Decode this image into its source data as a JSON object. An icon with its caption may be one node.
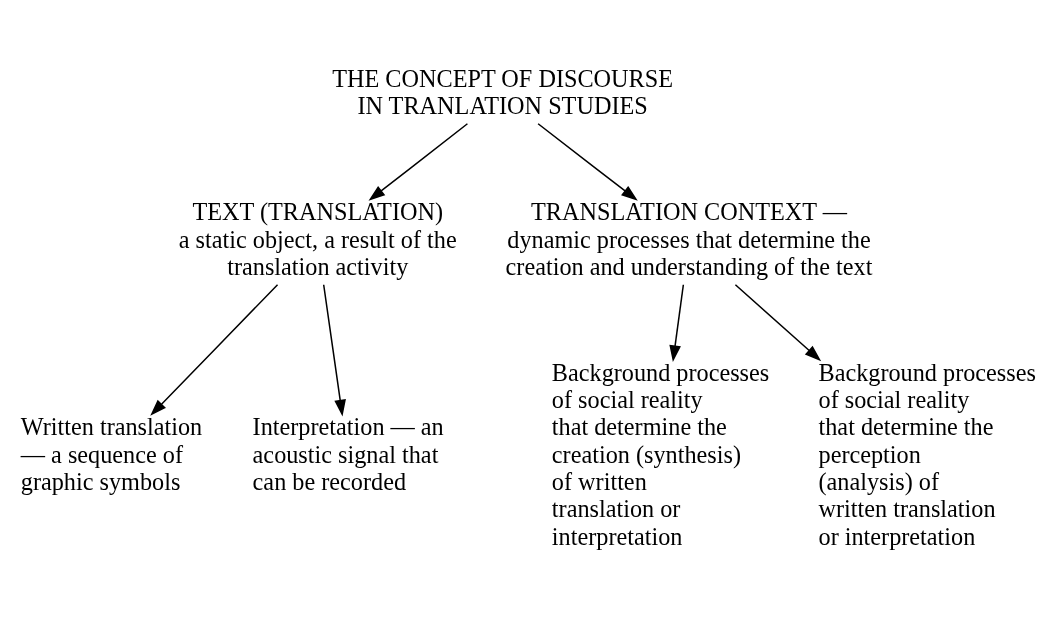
{
  "diagram": {
    "nodes": [
      {
        "text": [
          "THE CONCEPT OF DISCOURSE IN TRANLATION STUDIES"
        ]
      },
      {
        "text": [
          "TEXT (TRANSLATION)",
          "a static object, a result of the translation activity"
        ]
      },
      {
        "text": [
          "TRANSLATION CONTEXT —",
          "dynamic processes that determine the creation and understanding of the text"
        ]
      },
      {
        "text": [
          "Written translation — a sequence of graphic symbols"
        ]
      },
      {
        "text": [
          "Interpretation — an acoustic signal that can be recorded"
        ]
      },
      {
        "text": [
          "Background processes of social reality that determine the creation (synthesis) of written translation or interpretation"
        ]
      },
      {
        "text": [
          "Background processes of social reality that determine the perception (analysis) of written translation or interpretation"
        ]
      }
    ],
    "edges": [
      {
        "from": 0,
        "to": 1,
        "arrow": "to"
      },
      {
        "from": 0,
        "to": 2,
        "arrow": "to"
      },
      {
        "from": 1,
        "to": 3,
        "arrow": "to"
      },
      {
        "from": 1,
        "to": 4,
        "arrow": "to"
      },
      {
        "from": 2,
        "to": 5,
        "arrow": "to"
      },
      {
        "from": 2,
        "to": 6,
        "arrow": "to"
      }
    ]
  }
}
